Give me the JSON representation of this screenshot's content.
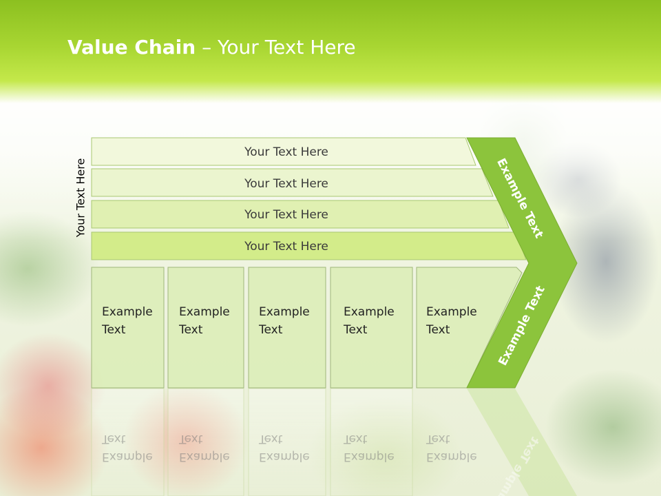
{
  "slide": {
    "title_bold": "Value Chain",
    "title_rest": " – Your Text Here",
    "side_label": "Your Text Here",
    "bars": [
      {
        "label": "Your Text Here"
      },
      {
        "label": "Your Text Here"
      },
      {
        "label": "Your Text Here"
      },
      {
        "label": "Your Text Here"
      }
    ],
    "boxes": [
      {
        "line1": "Example",
        "line2": "Text"
      },
      {
        "line1": "Example",
        "line2": "Text"
      },
      {
        "line1": "Example",
        "line2": "Text"
      },
      {
        "line1": "Example",
        "line2": "Text"
      },
      {
        "line1": "Example",
        "line2": "Text"
      }
    ],
    "chevron_upper": "Example Text",
    "chevron_lower": "Example Text"
  },
  "colors": {
    "header": "#a8d632",
    "bar_light": "#f2f8dc",
    "bar_dark": "#d3ec8a",
    "box_fill": "#dcedb8",
    "chevron": "#8cc43c"
  }
}
